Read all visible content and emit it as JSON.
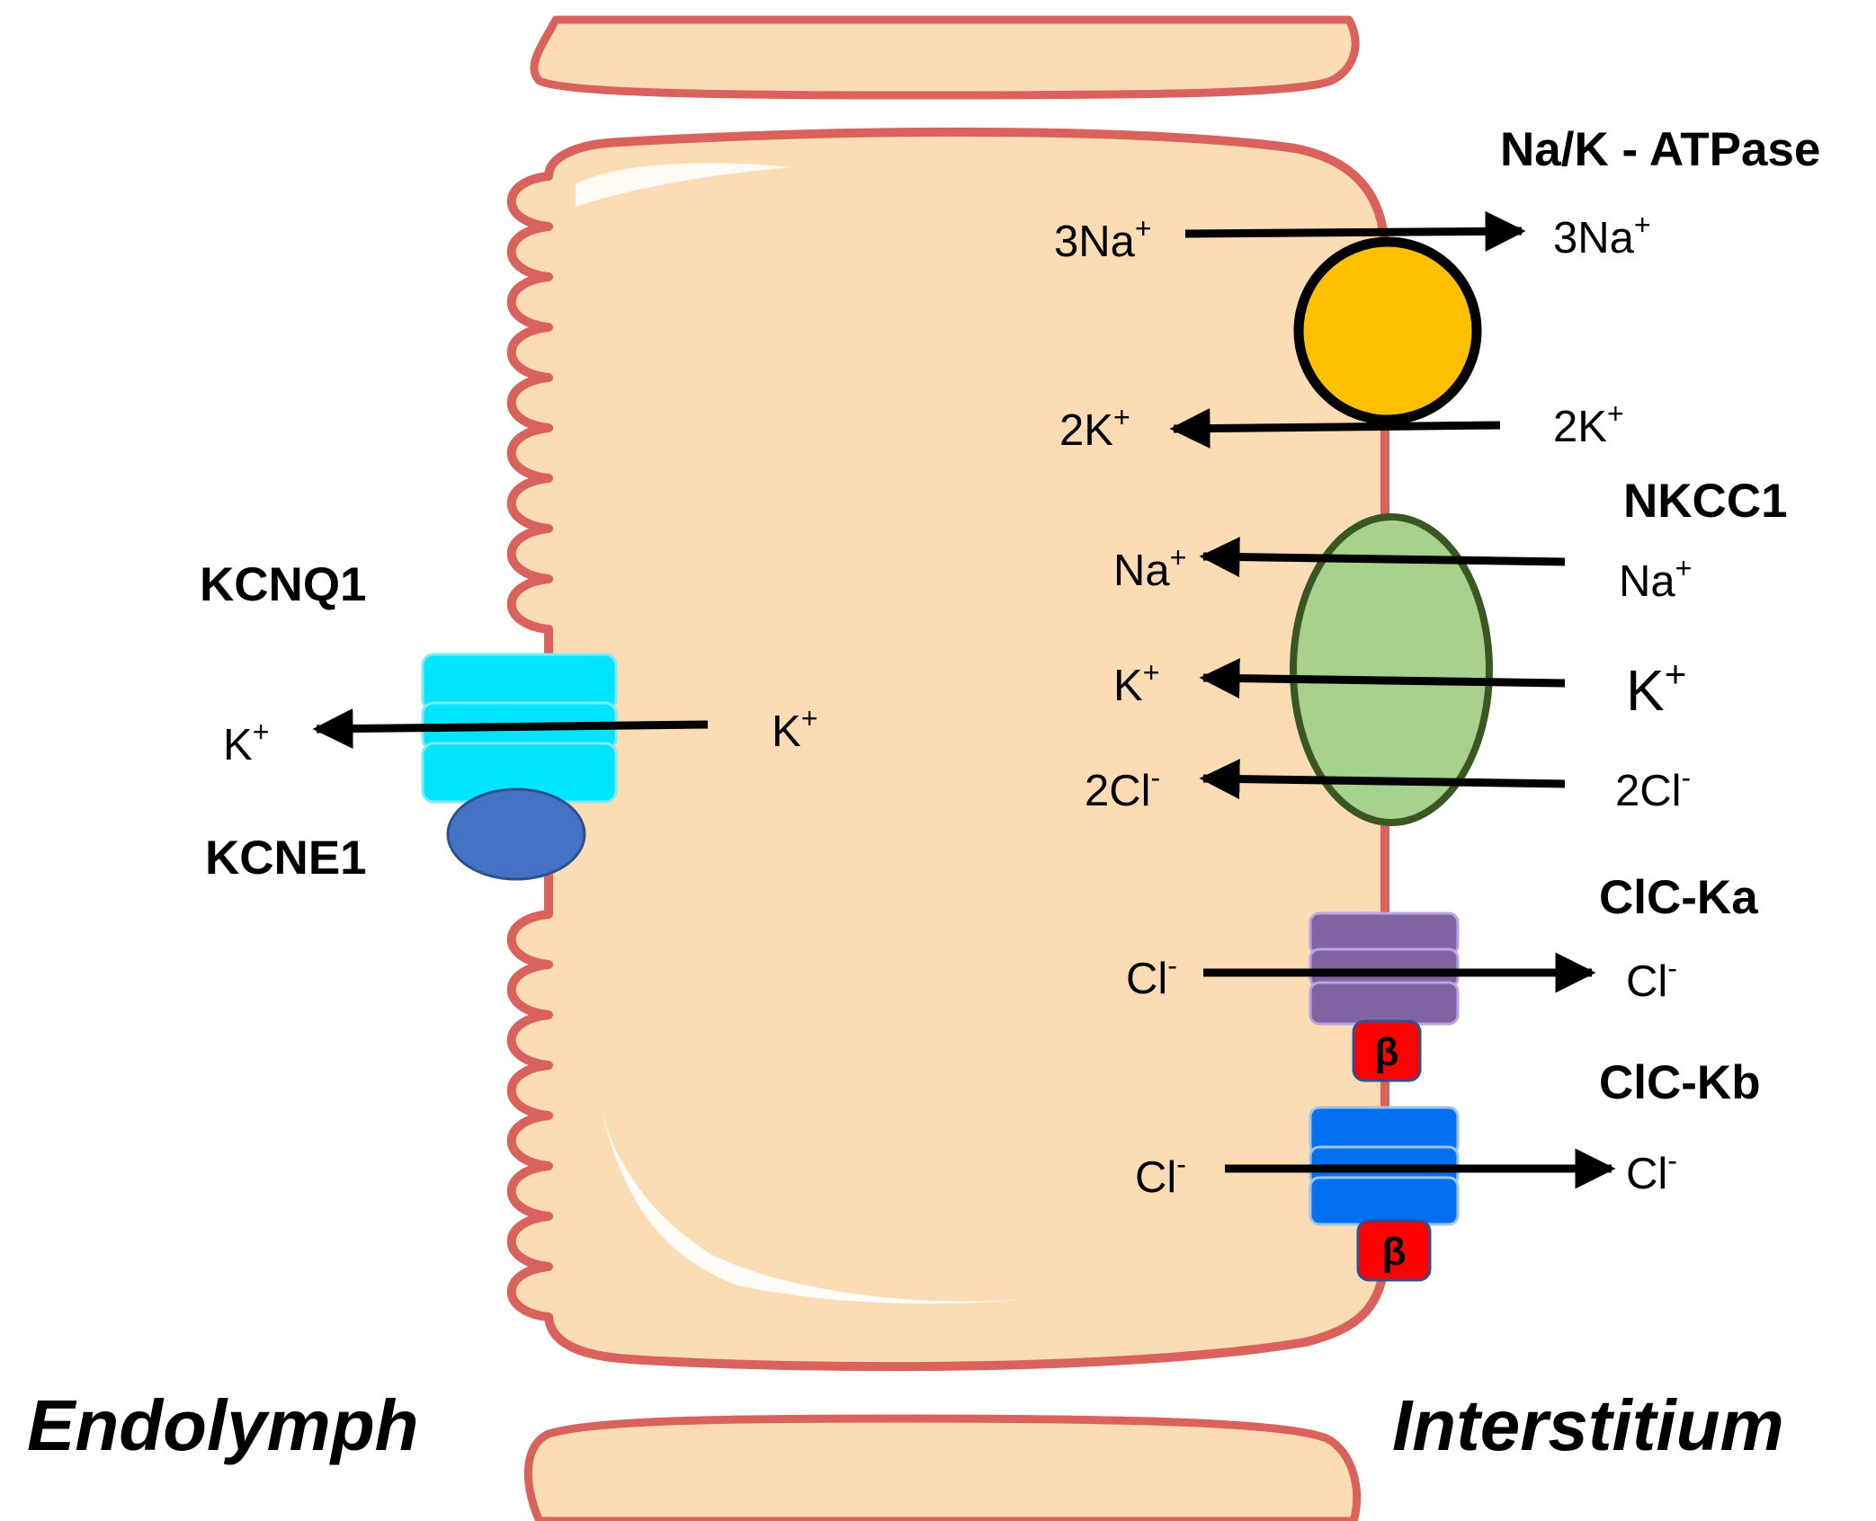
{
  "colors": {
    "cytoplasm": "#fcdcb4",
    "membrane": "#d9625c",
    "membrane_outline": "#5a2a28",
    "atpase": "#ffc000",
    "nkcc1": "#a9d18e",
    "nkcc1_outline": "#385723",
    "kcnq1": "#00e5ff",
    "kcne1": "#4472c4",
    "clcka": "#8064a2",
    "clckb": "#0070f0",
    "beta": "#ff0000"
  },
  "regions": {
    "left": "Endolymph",
    "right": "Interstitium"
  },
  "labels": {
    "atpase": "Na/K - ATPase",
    "nkcc1": "NKCC1",
    "kcnq1": "KCNQ1",
    "kcne1": "KCNE1",
    "clcka": "ClC-Ka",
    "clckb": "ClC-Kb",
    "beta": "β"
  },
  "ions": {
    "atpase_na_in": {
      "base": "3Na",
      "sup": "+"
    },
    "atpase_na_out": {
      "base": "3Na",
      "sup": "+"
    },
    "atpase_k_in": {
      "base": "2K",
      "sup": "+"
    },
    "atpase_k_out": {
      "base": "2K",
      "sup": "+"
    },
    "nkcc_na_in": {
      "base": "Na",
      "sup": "+"
    },
    "nkcc_na_out": {
      "base": "Na",
      "sup": "+"
    },
    "nkcc_k_in": {
      "base": "K",
      "sup": "+"
    },
    "nkcc_k_out": {
      "base": "K",
      "sup": "+"
    },
    "nkcc_cl_in": {
      "base": "2Cl",
      "sup": "-"
    },
    "nkcc_cl_out": {
      "base": "2Cl",
      "sup": "-"
    },
    "kcnq_k_out": {
      "base": "K",
      "sup": "+"
    },
    "kcnq_k_in": {
      "base": "K",
      "sup": "+"
    },
    "clcka_cl_in": {
      "base": "Cl",
      "sup": "-"
    },
    "clcka_cl_out": {
      "base": "Cl",
      "sup": "-"
    },
    "clckb_cl_in": {
      "base": "Cl",
      "sup": "-"
    },
    "clckb_cl_out": {
      "base": "Cl",
      "sup": "-"
    }
  }
}
